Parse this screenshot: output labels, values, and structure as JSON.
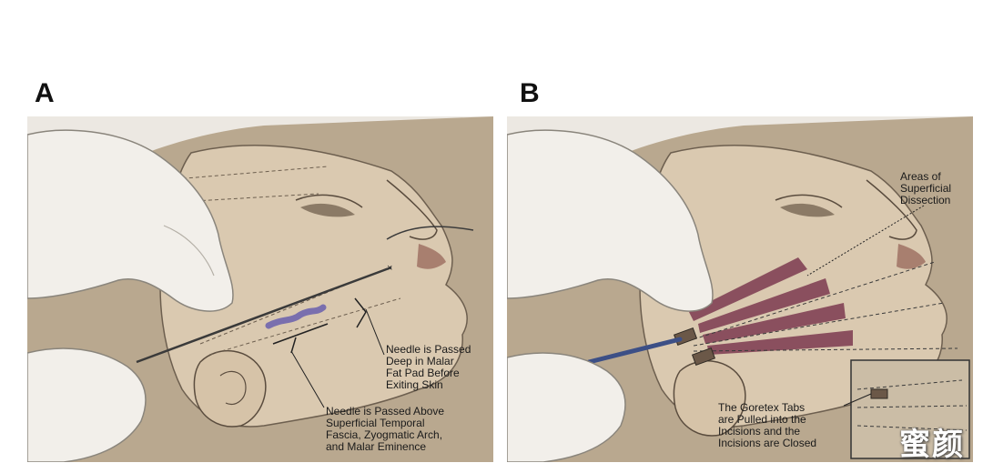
{
  "panel_a": {
    "letter": "A",
    "caption_needle_deep": "Needle is Passed\nDeep in Malar\nFat Pad Before\nExiting Skin",
    "caption_needle_above": "Needle is Passed Above\nSuperficial Temporal\nFascia, Zyogmatic Arch,\nand Malar Eminence"
  },
  "panel_b": {
    "letter": "B",
    "caption_dissection": "Areas of\nSuperficial\nDissection",
    "caption_tabs": "The Goretex Tabs\nare Pulled into the\nIncisions and the\nIncisions are Closed"
  },
  "watermark": "蜜颜",
  "colors": {
    "skin": "#d8c6ad",
    "glove": "#f1eee9",
    "hair": "#8a7a66",
    "dissection": "#8a4f5e",
    "needle_mark": "#7a6fae"
  }
}
